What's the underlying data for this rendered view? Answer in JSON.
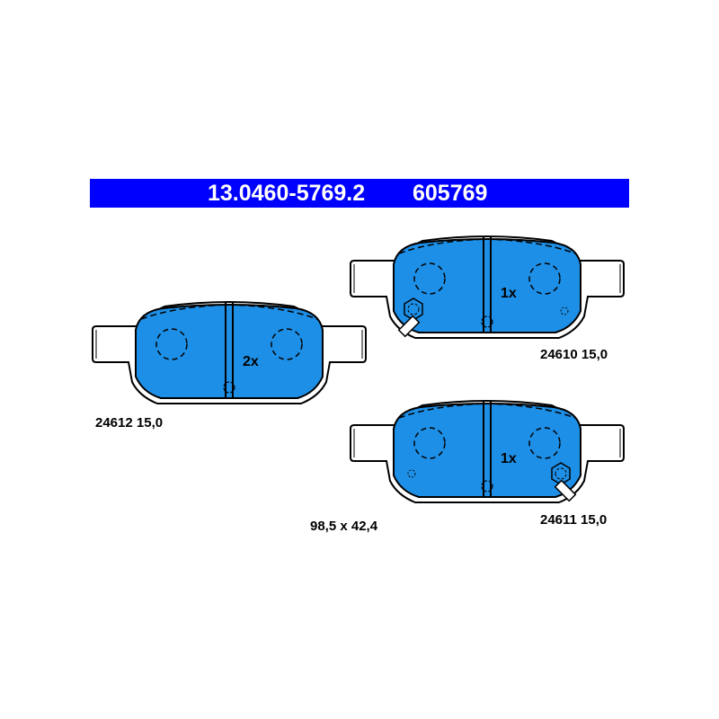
{
  "header": {
    "part_number": "13.0460-5769.2",
    "reference": "605769",
    "bg_color": "#0000ff",
    "text_color": "#ffffff"
  },
  "pads": {
    "color": "#1e8fe6",
    "left": {
      "quantity": "2x",
      "label": "24612 15,0"
    },
    "top": {
      "quantity": "1x",
      "label": "24610 15,0"
    },
    "bottom": {
      "quantity": "1x",
      "label": "24611 15,0"
    }
  },
  "dimensions": "98,5 x 42,4"
}
